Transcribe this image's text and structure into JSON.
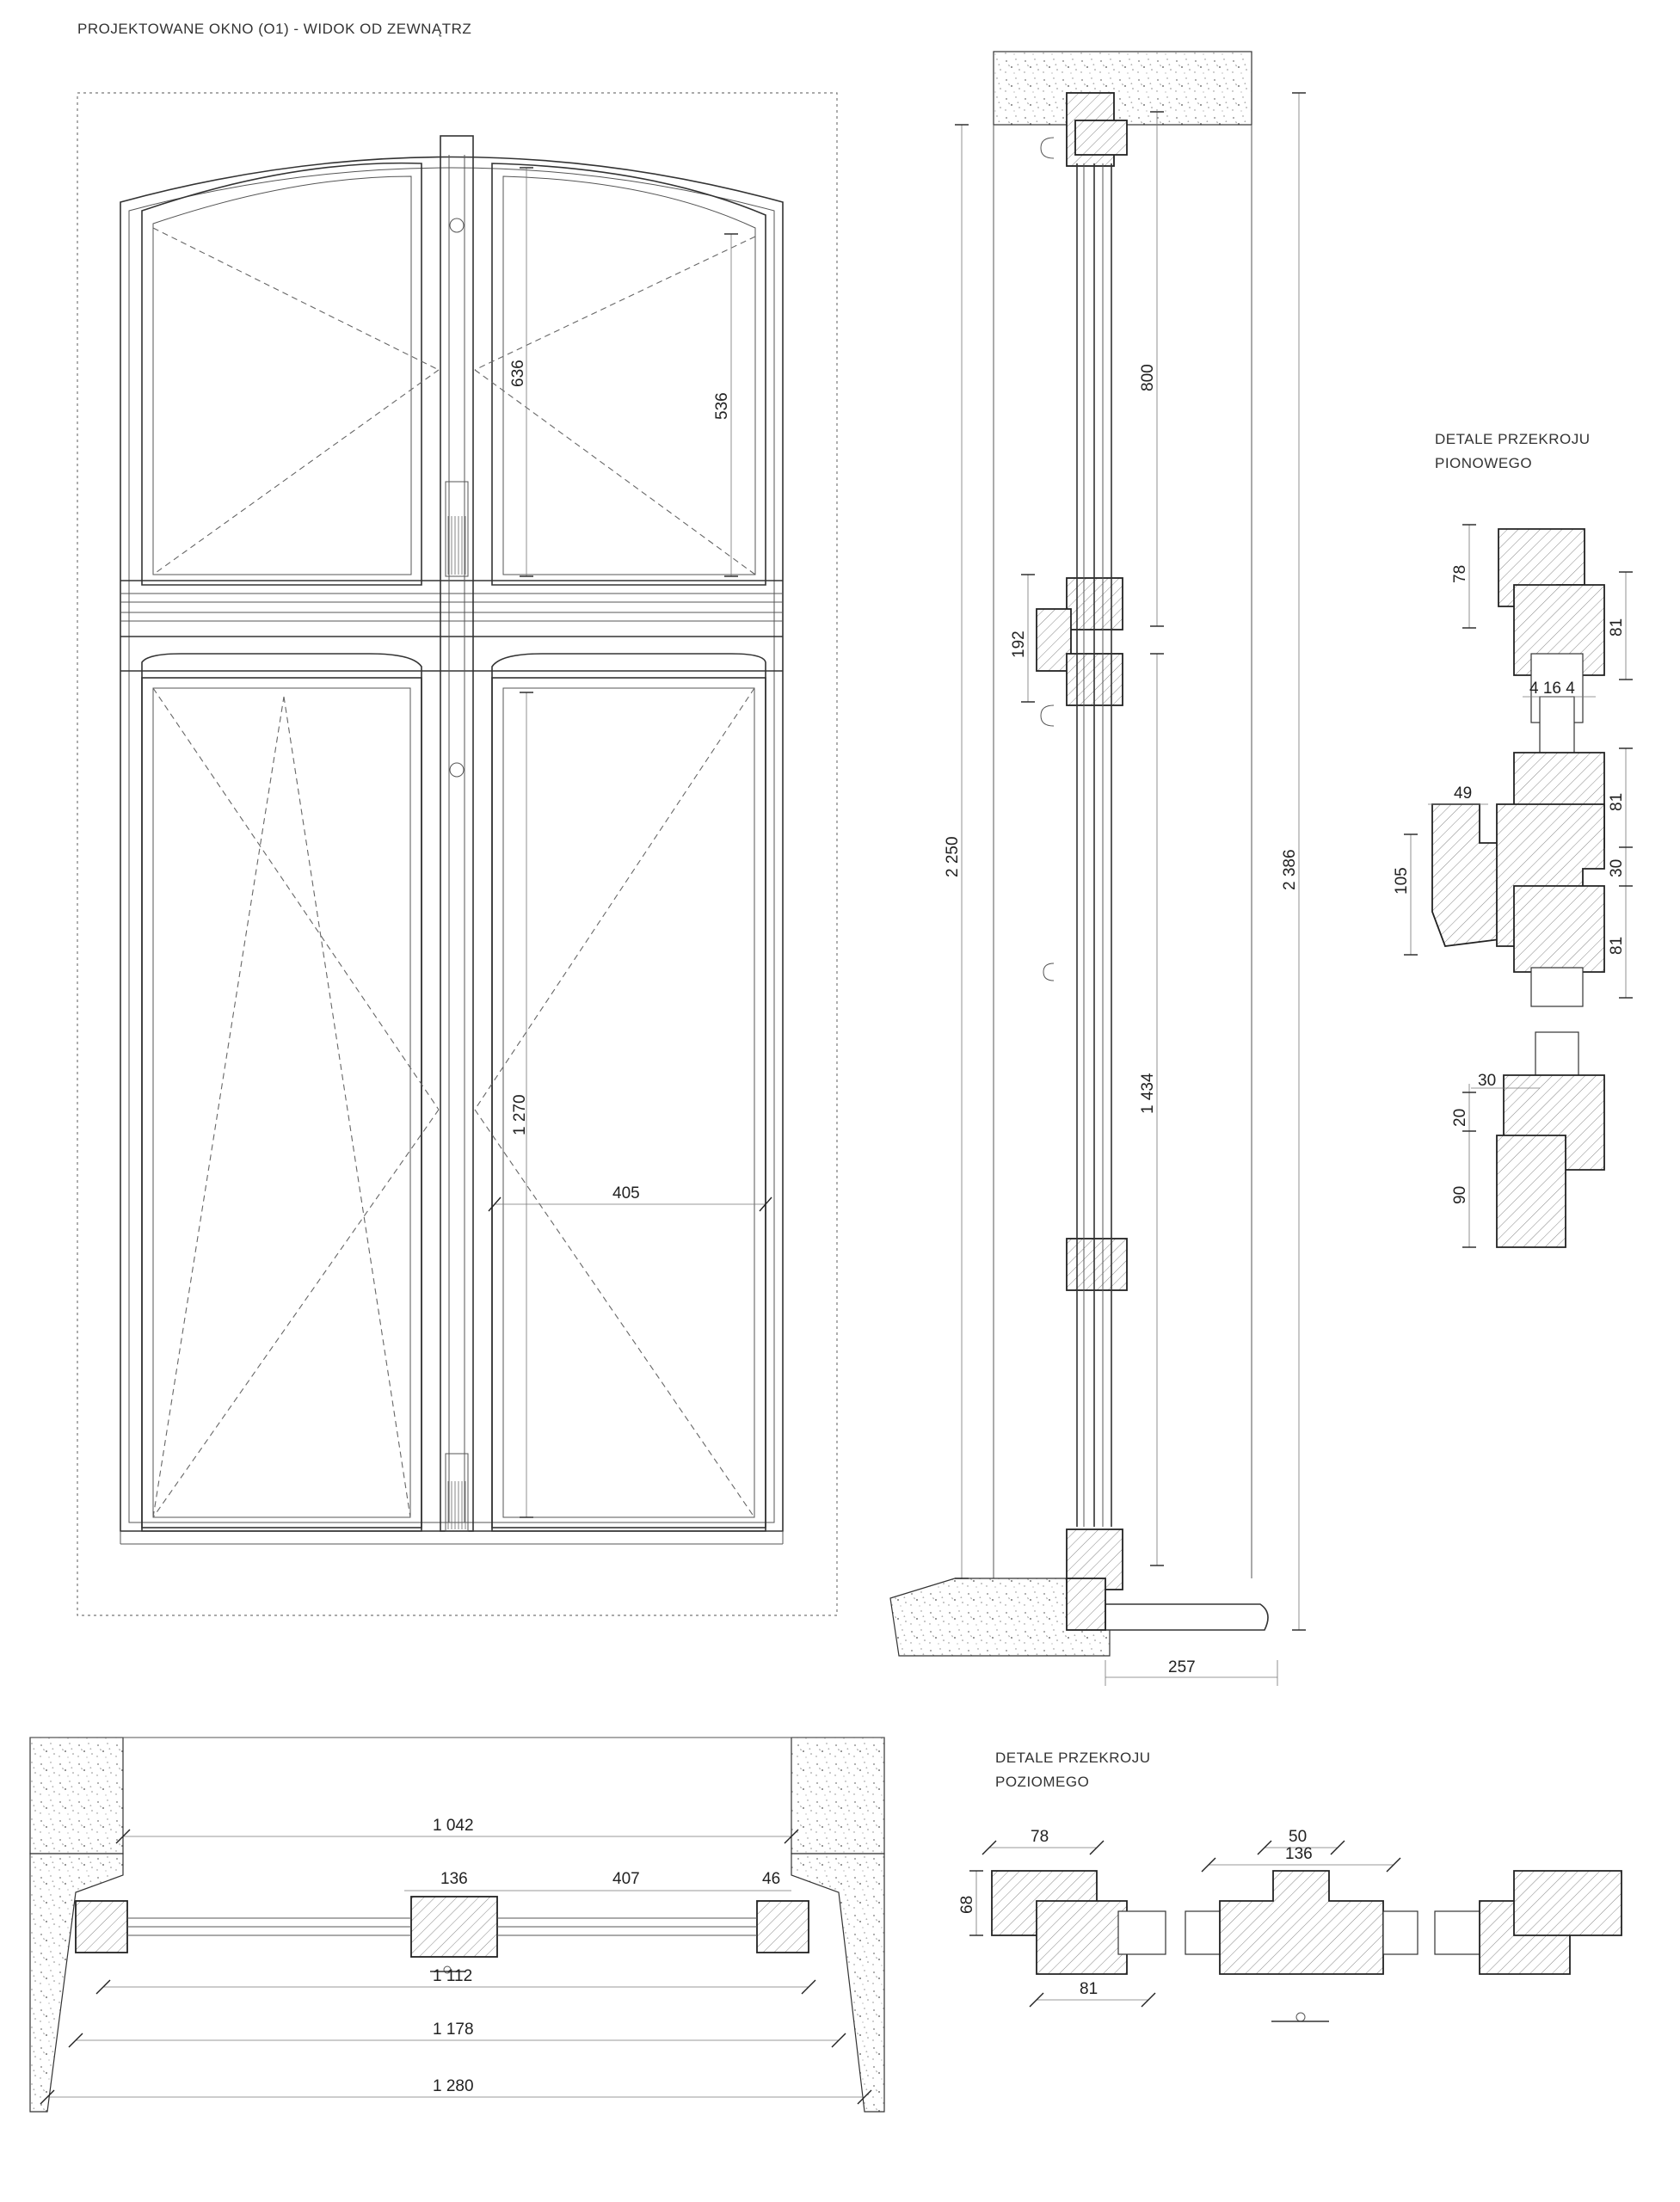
{
  "titles": {
    "elevation": "PROJEKTOWANE OKNO (O1) - WIDOK OD ZEWNĄTRZ",
    "vertical_details_line1": "DETALE PRZEKROJU",
    "vertical_details_line2": "PIONOWEGO",
    "horizontal_details_line1": "DETALE PRZEKROJU",
    "horizontal_details_line2": "POZIOMEGO"
  },
  "elevation_dims": {
    "top_sash_outer": "636",
    "top_sash_inner": "536",
    "bottom_sash_height": "1 270",
    "bottom_sash_width": "405"
  },
  "vertical_section_dims": {
    "upper": "800",
    "transom": "192",
    "lower": "1 434",
    "frame_height": "2 250",
    "opening_height": "2 386",
    "sill": "257"
  },
  "vertical_details_dims": {
    "head_frame": "78",
    "sash_top": "81",
    "glazing": "4 16 4",
    "sash_mid": "81",
    "dripcap_width": "49",
    "transom": "105",
    "gap": "30",
    "sash_low": "81",
    "bottom_gap": "30",
    "bottom_step": "20",
    "sill_frame": "90"
  },
  "plan_dims": {
    "inner_opening": "1 042",
    "mullion": "136",
    "sash_width": "407",
    "side": "46",
    "frame_width": "1 112",
    "outer_width": "1 178",
    "reveal_width": "1 280"
  },
  "horizontal_details_dims": {
    "frame_depth": "78",
    "frame_thickness": "68",
    "sash_depth": "81",
    "mullion_inner": "50",
    "mullion_outer": "136"
  }
}
